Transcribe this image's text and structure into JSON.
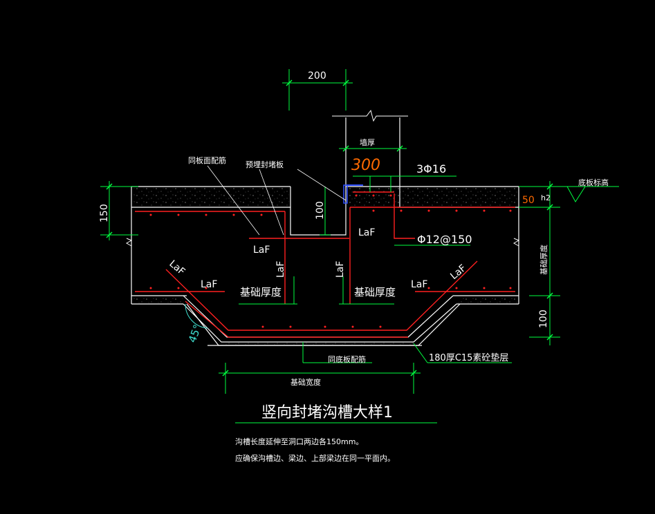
{
  "drawing": {
    "title": "竖向封堵沟槽大样1",
    "notes": [
      "沟槽长度延伸至洞口两边各150mm。",
      "应确保沟槽边、梁边、上部梁边在同一平面内。"
    ]
  },
  "dimensions": {
    "top_width": "200",
    "wall_thickness": "墙厚",
    "wall_thickness_handwritten": "300",
    "top_left_height": "150",
    "step_height": "100",
    "right_bottom_height": "100",
    "h2": "h2",
    "h2_handwritten": "50",
    "foundation_width": "基础宽度"
  },
  "labels": {
    "slab_top_rebar": "同板面配筋",
    "precast_block": "预埋封堵板",
    "rebar_3phi16": "3Φ16",
    "rebar_phi12": "Φ12@150",
    "laf": "LaF",
    "foundation_thickness": "基础厚度",
    "floor_elevation": "底板标高",
    "foundation_thickness_vertical": "基础厚度",
    "slab_bottom_rebar": "同底板配筋",
    "cushion": "180厚C15素砼垫层",
    "angle": "45°"
  },
  "colors": {
    "line": "#ffffff",
    "dimension": "#00ff40",
    "rebar": "#ff2020",
    "handwritten": "#ff6a00",
    "angle": "#3fe0d0",
    "marker": "#3050ff"
  }
}
